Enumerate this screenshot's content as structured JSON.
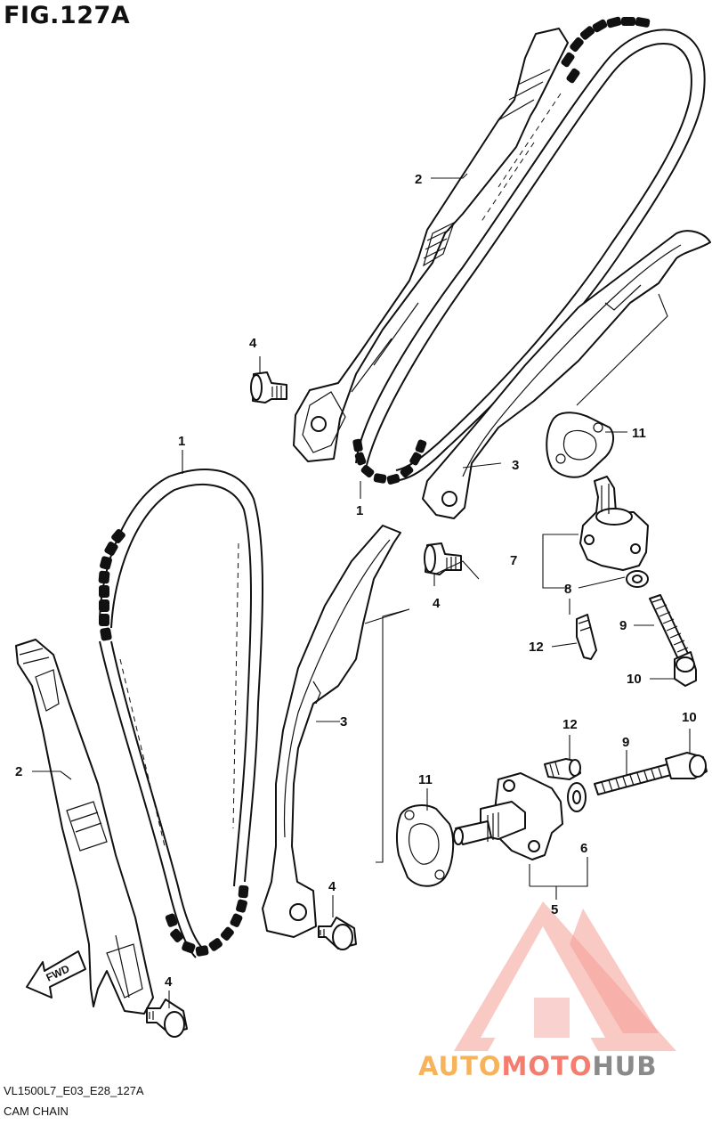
{
  "title": "FIG.127A",
  "footer": {
    "code": "VL1500L7_E03_E28_127A",
    "name": "CAM CHAIN"
  },
  "direction_label": "FWD",
  "watermark": {
    "part1": "AUTO",
    "part2": "MOTO",
    "part3": "HUB",
    "colors": {
      "auto": "#f6b35a",
      "moto": "#f37d6e",
      "hub": "#8a8a8a",
      "logo": "#f28b82"
    }
  },
  "callouts": {
    "c1a": "1",
    "c1b": "1",
    "c2a": "2",
    "c2b": "2",
    "c3a": "3",
    "c3b": "3",
    "c4a": "4",
    "c4b": "4",
    "c4c": "4",
    "c4d": "4",
    "c5": "5",
    "c6": "6",
    "c7": "7",
    "c8": "8",
    "c9a": "9",
    "c9b": "9",
    "c10a": "10",
    "c10b": "10",
    "c11a": "11",
    "c11b": "11",
    "c12a": "12",
    "c12b": "12"
  }
}
